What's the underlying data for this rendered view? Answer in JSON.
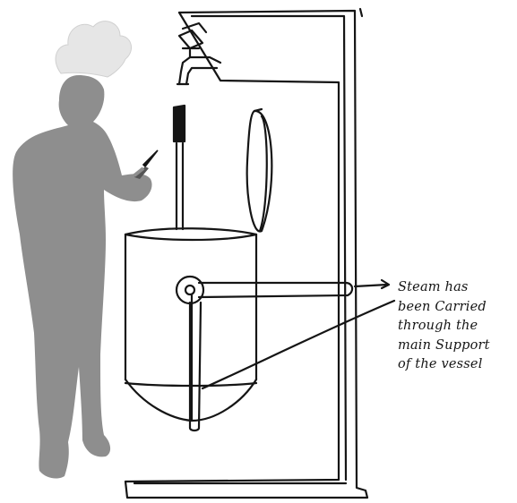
{
  "annotation": {
    "lines": [
      "Steam has",
      "been Carried",
      "through the",
      "main Support",
      "of the vessel"
    ]
  },
  "colors": {
    "ink": "#151515",
    "figure": "#8e8e8e",
    "chef_hat": "#e6e6e6",
    "paper": "#ffffff"
  },
  "icons": [
    "chef-figure",
    "chef-hat",
    "knife-icon",
    "water-tap-icon",
    "steam-pipe",
    "vessel",
    "lid",
    "stirrer",
    "support-frame"
  ]
}
